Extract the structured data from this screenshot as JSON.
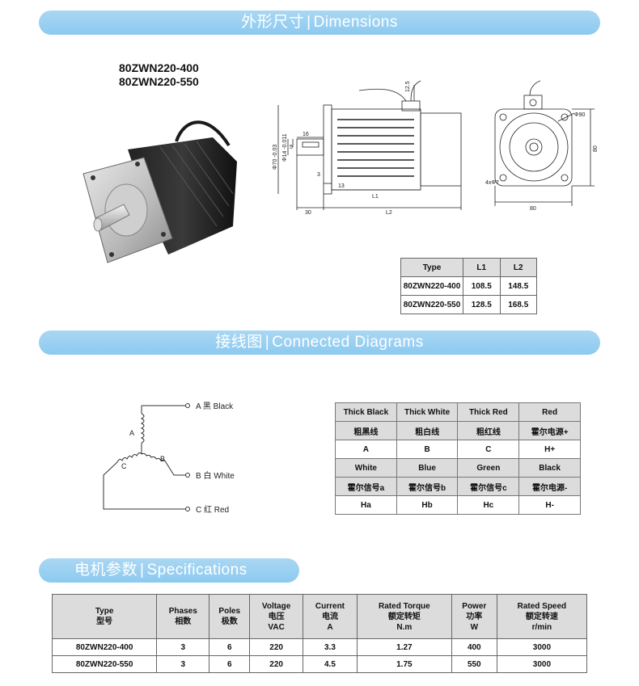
{
  "dimensions_banner": {
    "cn": "外形尺寸",
    "en": "Dimensions"
  },
  "models": [
    "80ZWN220-400",
    "80ZWN220-550"
  ],
  "drawing_labels": {
    "l12_5": "12.5",
    "l16": "16",
    "l5": "5",
    "l3": "3",
    "l13": "13",
    "L1": "L1",
    "L2": "L2",
    "l30": "30",
    "phi70": "Φ70 -0.03",
    "phi14": "Φ14 -0.011",
    "zero1": "0",
    "zero2": "0",
    "phi90": "Φ90",
    "holes": "4xΦ7",
    "w80": "80",
    "h80": "80"
  },
  "type_table": {
    "headers": [
      "Type",
      "L1",
      "L2"
    ],
    "rows": [
      [
        "80ZWN220-400",
        "108.5",
        "148.5"
      ],
      [
        "80ZWN220-550",
        "128.5",
        "168.5"
      ]
    ]
  },
  "connection_banner": {
    "cn": "接线图",
    "en": "Connected Diagrams"
  },
  "wiring_diagram": {
    "A": "A 黑 Black",
    "B": "B 白 White",
    "C": "C 红 Red",
    "coil_a": "A",
    "coil_b": "B",
    "coil_c": "C"
  },
  "wire_table": {
    "rows": [
      [
        "Thick Black",
        "Thick White",
        "Thick Red",
        "Red"
      ],
      [
        "粗黑线",
        "粗白线",
        "粗红线",
        "霍尔电源+"
      ],
      [
        "A",
        "B",
        "C",
        "H+"
      ],
      [
        "White",
        "Blue",
        "Green",
        "Black"
      ],
      [
        "霍尔信号a",
        "霍尔信号b",
        "霍尔信号c",
        "霍尔电源-"
      ],
      [
        "Ha",
        "Hb",
        "Hc",
        "H-"
      ]
    ]
  },
  "spec_banner": {
    "cn": "电机参数",
    "en": "Specifications"
  },
  "spec_table": {
    "headers": [
      [
        "Type",
        "型号",
        ""
      ],
      [
        "Phases",
        "相数",
        ""
      ],
      [
        "Poles",
        "极数",
        ""
      ],
      [
        "Voltage",
        "电压",
        "VAC"
      ],
      [
        "Current",
        "电流",
        "A"
      ],
      [
        "Rated Torque",
        "额定转矩",
        "N.m"
      ],
      [
        "Power",
        "功率",
        "W"
      ],
      [
        "Rated Speed",
        "额定转速",
        "r/min"
      ]
    ],
    "rows": [
      [
        "80ZWN220-400",
        "3",
        "6",
        "220",
        "3.3",
        "1.27",
        "400",
        "3000"
      ],
      [
        "80ZWN220-550",
        "3",
        "6",
        "220",
        "4.5",
        "1.75",
        "550",
        "3000"
      ]
    ]
  }
}
